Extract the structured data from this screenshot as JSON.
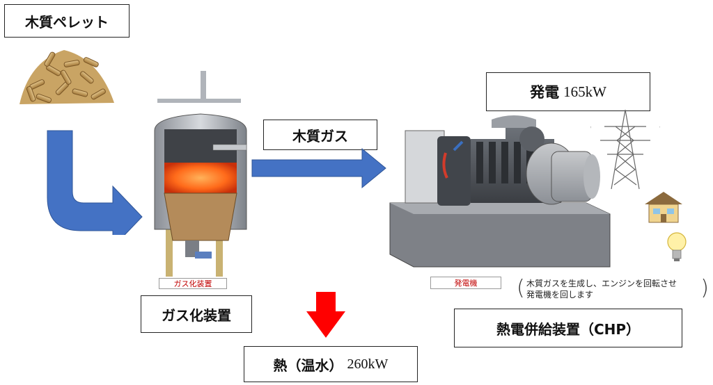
{
  "labels": {
    "pellet": "木質ペレット",
    "wood_gas": "木質ガス",
    "power_title": "発電",
    "power_value": "165kW",
    "gasifier": "ガス化装置",
    "heat_title": "熱（温水）",
    "heat_value": "260kW",
    "chp": "熱電併給装置（CHP）"
  },
  "captions": {
    "gasifier": "ガス化装置",
    "generator": "発電機",
    "generator_note_line1": "木質ガスを生成し、エンジンを回転させ",
    "generator_note_line2": "発電機を回します"
  },
  "colors": {
    "flow_arrow": "#4472c4",
    "heat_arrow": "#ff0000",
    "caption_text": "#c00000"
  },
  "icons": [
    "pellet-pile-image",
    "gasifier-image",
    "generator-image",
    "power-tower-icon",
    "house-icon",
    "light-bulb-icon"
  ]
}
